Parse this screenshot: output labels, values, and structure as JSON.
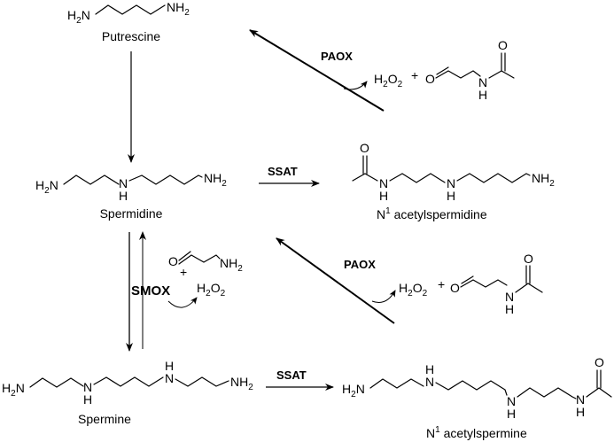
{
  "compounds": {
    "putrescine": "Putrescine",
    "spermidine": "Spermidine",
    "spermine": "Spermine",
    "n1_acetylspermidine_prefix": "N",
    "n1_acetylspermidine_sup": "1",
    "n1_acetylspermidine_name": " acetylspermidine",
    "n1_acetylspermine_prefix": "N",
    "n1_acetylspermine_sup": "1",
    "n1_acetylspermine_name": " acetylspermine"
  },
  "enzymes": {
    "paox_top": "PAOX",
    "ssat_spermidine": "SSAT",
    "paox_middle": "PAOX",
    "smox": "SMOX",
    "ssat_spermine": "SSAT"
  },
  "atoms": {
    "h2n": "H",
    "h2n_sub": "2",
    "h2n_n": "N",
    "nh2_n": "NH",
    "nh2_sub": "2",
    "n": "N",
    "h": "H",
    "o": "O",
    "plus": "+",
    "h2o2_h": "H",
    "h2o2_sub1": "2",
    "h2o2_o": "O",
    "h2o2_sub2": "2"
  }
}
